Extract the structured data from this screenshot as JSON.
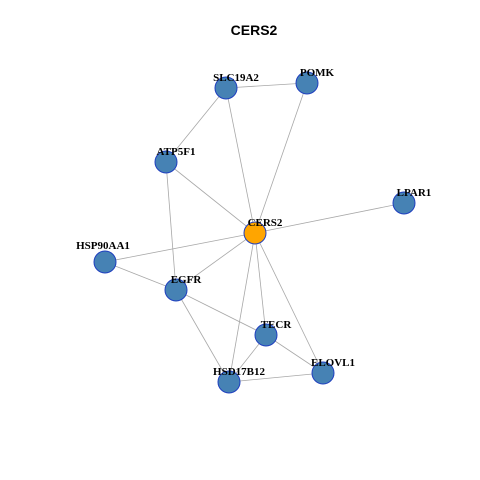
{
  "title": "CERS2",
  "colors": {
    "hub_fill": "#FFA500",
    "node_fill": "#4682B4",
    "node_stroke": "#1F3FBF",
    "edge": "#A8A8A8"
  },
  "nodes": [
    {
      "id": "CERS2",
      "label": "CERS2",
      "hub": true
    },
    {
      "id": "SLC19A2",
      "label": "SLC19A2",
      "hub": false
    },
    {
      "id": "POMK",
      "label": "POMK",
      "hub": false
    },
    {
      "id": "ATP5F1",
      "label": "ATP5F1",
      "hub": false
    },
    {
      "id": "LPAR1",
      "label": "LPAR1",
      "hub": false
    },
    {
      "id": "HSP90AA1",
      "label": "HSP90AA1",
      "hub": false
    },
    {
      "id": "EGFR",
      "label": "EGFR",
      "hub": false
    },
    {
      "id": "TECR",
      "label": "TECR",
      "hub": false
    },
    {
      "id": "ELOVL1",
      "label": "ELOVL1",
      "hub": false
    },
    {
      "id": "HSD17B12",
      "label": "HSD17B12",
      "hub": false
    }
  ],
  "edges": [
    [
      "SLC19A2",
      "POMK"
    ],
    [
      "SLC19A2",
      "ATP5F1"
    ],
    [
      "SLC19A2",
      "CERS2"
    ],
    [
      "POMK",
      "CERS2"
    ],
    [
      "ATP5F1",
      "CERS2"
    ],
    [
      "ATP5F1",
      "EGFR"
    ],
    [
      "LPAR1",
      "CERS2"
    ],
    [
      "HSP90AA1",
      "CERS2"
    ],
    [
      "HSP90AA1",
      "EGFR"
    ],
    [
      "EGFR",
      "CERS2"
    ],
    [
      "EGFR",
      "TECR"
    ],
    [
      "EGFR",
      "HSD17B12"
    ],
    [
      "CERS2",
      "TECR"
    ],
    [
      "CERS2",
      "ELOVL1"
    ],
    [
      "CERS2",
      "HSD17B12"
    ],
    [
      "TECR",
      "HSD17B12"
    ],
    [
      "TECR",
      "ELOVL1"
    ],
    [
      "HSD17B12",
      "ELOVL1"
    ]
  ]
}
